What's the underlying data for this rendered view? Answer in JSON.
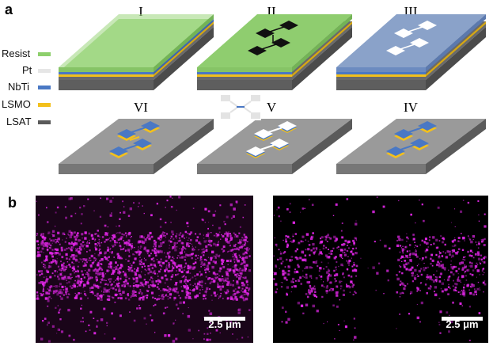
{
  "panel_a": {
    "label": "a",
    "steps": [
      "I",
      "II",
      "III",
      "IV",
      "V",
      "VI"
    ]
  },
  "legend": [
    {
      "label": "Resist",
      "color": "#8dcf6c"
    },
    {
      "label": "Pt",
      "color": "#e6e6e6"
    },
    {
      "label": "NbTi",
      "color": "#4a78c4"
    },
    {
      "label": "LSMO",
      "color": "#f3c01c"
    },
    {
      "label": "LSAT",
      "color": "#5a5a5a"
    }
  ],
  "panel_b": {
    "label": "b",
    "scale_left": "2.5 μm",
    "scale_right": "2.5 μm"
  },
  "colors": {
    "substrate_top": "#9a9a9a",
    "substrate_side": "#6d6d6d",
    "resist": "#9ad27b",
    "nbti": "#4a78c4",
    "lsmo": "#f3c01c",
    "pt": "#e6e6e6",
    "magenta": "#e026e6"
  }
}
